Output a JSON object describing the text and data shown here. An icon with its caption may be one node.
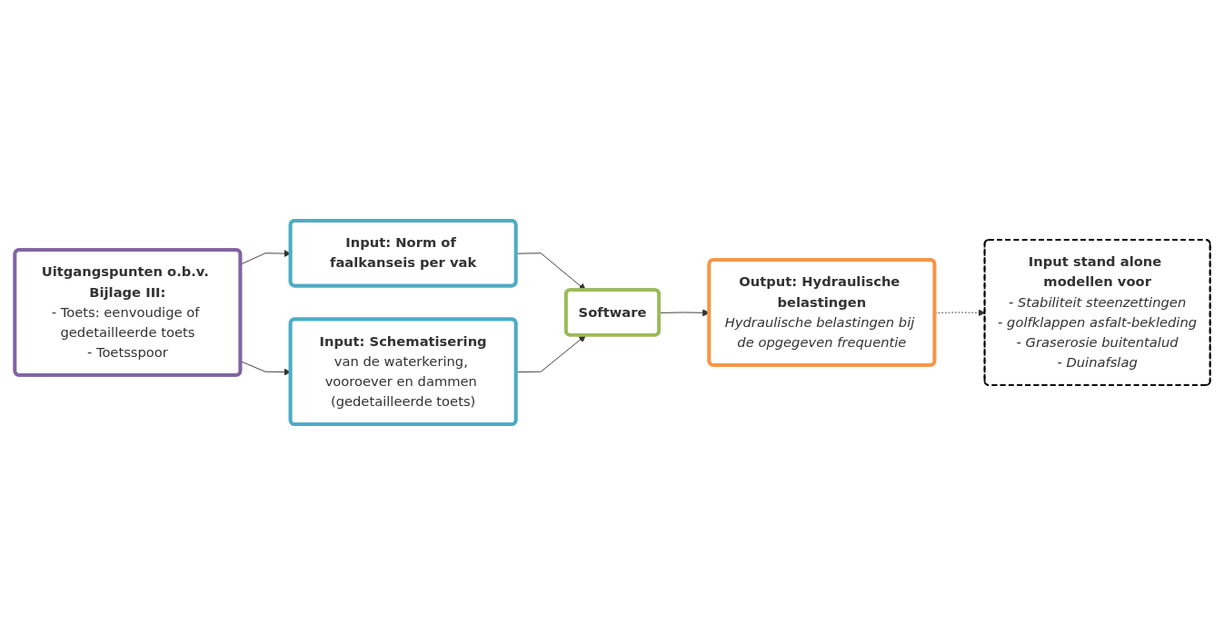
{
  "diagram": {
    "nodes": [
      {
        "text": [
          "Uitgangspunten o.b.v. Bijlage III:",
          "- Toets: eenvoudige of gedetailleerde toets",
          "- Toetsspoor"
        ]
      },
      {
        "text": [
          "Input: Norm of faalkanseis per vak"
        ]
      },
      {
        "text": [
          "Input: Schematisering",
          "van de waterkering, vooroever en dammen (gedetailleerde toets)"
        ]
      },
      {
        "text": [
          "Software"
        ]
      },
      {
        "text": [
          "Output: Hydraulische belastingen",
          "Hydraulische belastingen bij de opgegeven frequentie"
        ]
      },
      {
        "text": [
          "Input stand alone modellen voor",
          "- Stabiliteit steenzettingen",
          "- golfklappen asfalt-bekleding",
          "- Graserosie buitentalud",
          "- Duinafslag"
        ]
      }
    ],
    "edges": [
      {
        "from": 0,
        "to": 1,
        "arrow": "to"
      },
      {
        "from": 0,
        "to": 2,
        "arrow": "to"
      },
      {
        "from": 1,
        "to": 3,
        "arrow": "to"
      },
      {
        "from": 2,
        "to": 3,
        "arrow": "to"
      },
      {
        "from": 3,
        "to": 4,
        "arrow": "to"
      },
      {
        "from": 4,
        "to": 5,
        "arrow": "to",
        "style": "dashed"
      }
    ]
  }
}
